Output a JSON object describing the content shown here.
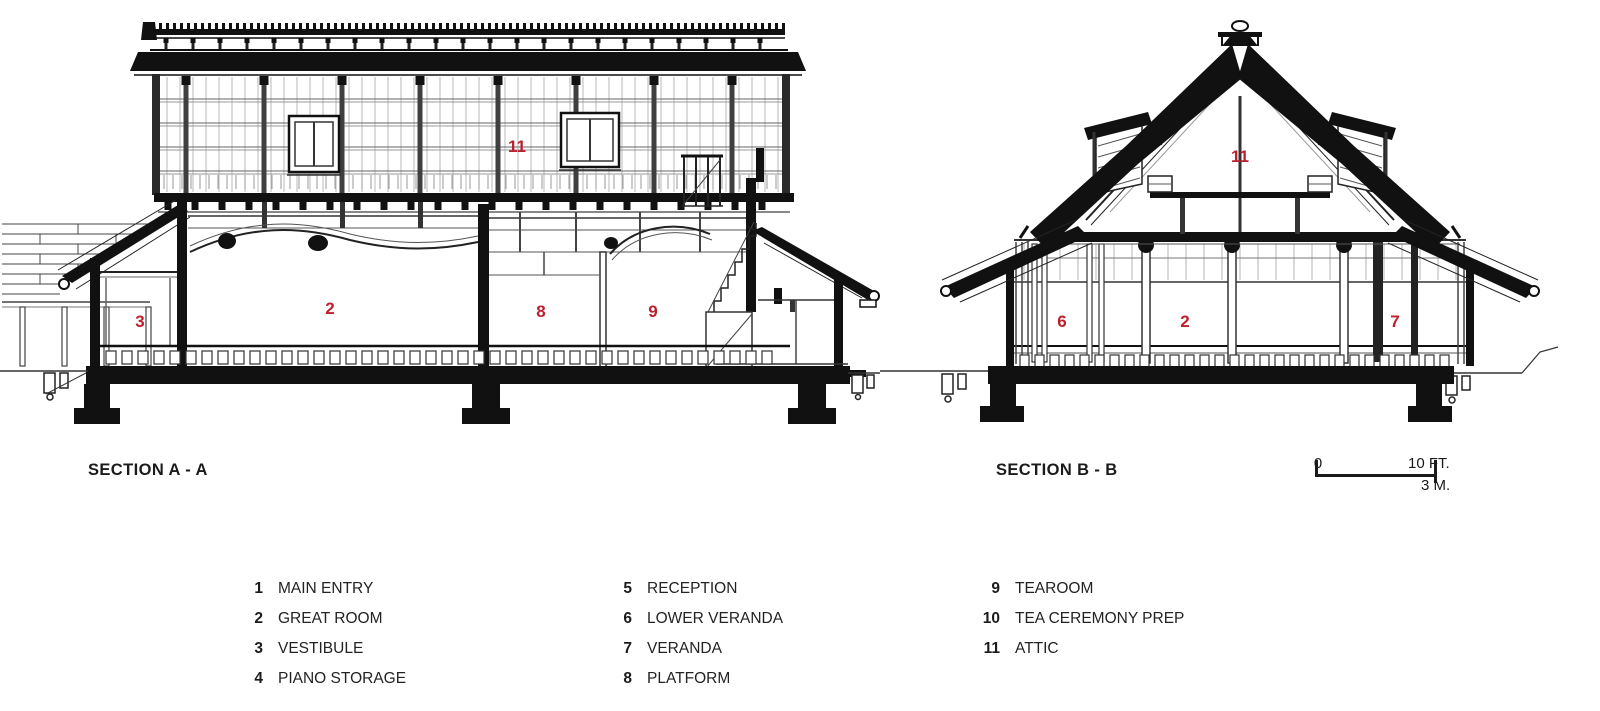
{
  "colors": {
    "accent": "#BE1E2D",
    "ink": "#1B1B1B"
  },
  "sections": {
    "a": {
      "title": "SECTION A - A",
      "labels": {
        "attic": "11",
        "vestibule": "3",
        "great_room": "2",
        "platform": "8",
        "tearoom": "9"
      }
    },
    "b": {
      "title": "SECTION B - B",
      "labels": {
        "attic": "11",
        "lower_veranda": "6",
        "great_room": "2",
        "veranda": "7"
      }
    }
  },
  "scale_bar": {
    "start": "0",
    "imperial": "10 FT.",
    "metric": "3 M."
  },
  "legend": {
    "items": [
      {
        "num": "1",
        "label": "MAIN ENTRY"
      },
      {
        "num": "2",
        "label": "GREAT ROOM"
      },
      {
        "num": "3",
        "label": "VESTIBULE"
      },
      {
        "num": "4",
        "label": "PIANO STORAGE"
      },
      {
        "num": "5",
        "label": "RECEPTION"
      },
      {
        "num": "6",
        "label": "LOWER VERANDA"
      },
      {
        "num": "7",
        "label": "VERANDA"
      },
      {
        "num": "8",
        "label": "PLATFORM"
      },
      {
        "num": "9",
        "label": "TEAROOM"
      },
      {
        "num": "10",
        "label": "TEA CEREMONY PREP"
      },
      {
        "num": "11",
        "label": "ATTIC"
      }
    ]
  }
}
